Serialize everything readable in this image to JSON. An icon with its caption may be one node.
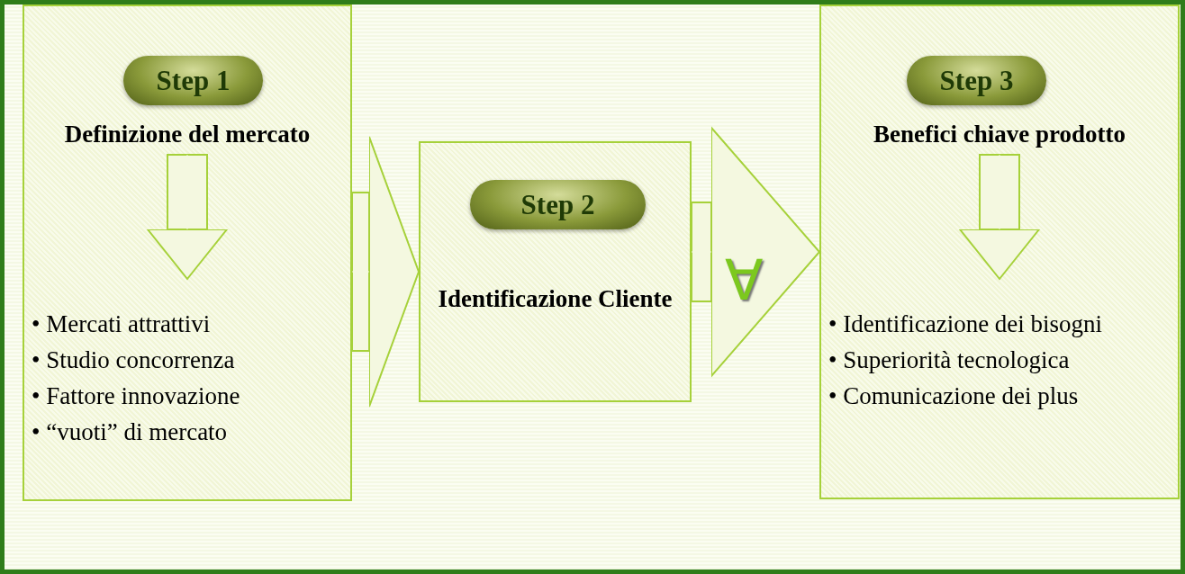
{
  "diagram": {
    "nodes": [
      {
        "text": [],
        "shape": "box"
      },
      {
        "text": [
          "Step 1"
        ],
        "in": 0
      },
      {
        "text": [
          "Definizione del mercato"
        ],
        "in": 0
      },
      {
        "text": [
          "• Mercati attrattivi",
          "• Studio concorrenza",
          "• Fattore innovazione",
          "• “vuoti” di mercato"
        ],
        "in": 0
      },
      {
        "text": [],
        "shape": "box"
      },
      {
        "text": [
          "Step 2"
        ],
        "in": 4
      },
      {
        "text": [
          "Identificazione Cliente"
        ],
        "in": 4
      },
      {
        "text": [],
        "shape": "box"
      },
      {
        "text": [
          "Step 3"
        ],
        "in": 7
      },
      {
        "text": [
          "Benefici chiave prodotto"
        ],
        "in": 7
      },
      {
        "text": [
          "• Identificazione dei bisogni",
          "• Superiorità tecnologica",
          "• Comunicazione dei plus"
        ],
        "in": 7
      }
    ],
    "edges": [
      {
        "from": 2,
        "to": 3,
        "arrow": "to"
      },
      {
        "from": 0,
        "to": 4,
        "arrow": "to"
      },
      {
        "from": 4,
        "to": 7,
        "arrow": "to"
      },
      {
        "from": 9,
        "to": 10,
        "arrow": "to"
      }
    ],
    "labels": [
      "∀"
    ]
  }
}
